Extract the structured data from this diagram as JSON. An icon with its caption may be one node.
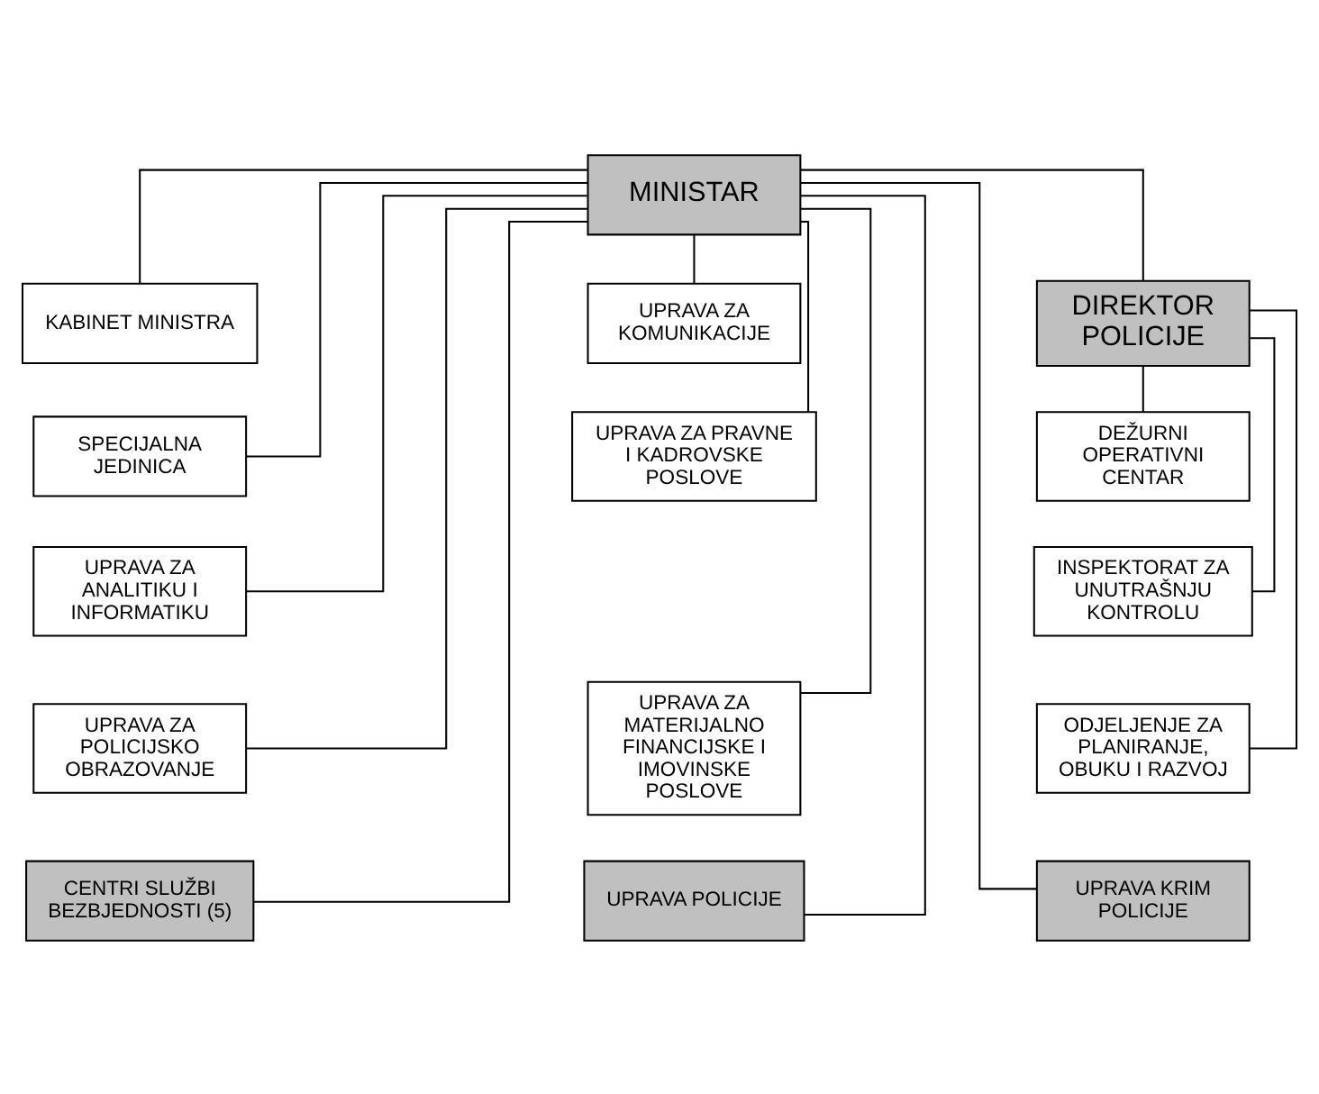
{
  "diagram": {
    "nodes": [
      {
        "text": [
          "MINISTAR"
        ]
      },
      {
        "text": [
          "KABINET MINISTRA"
        ]
      },
      {
        "text": [
          "SPECIJALNA JEDINICA"
        ]
      },
      {
        "text": [
          "UPRAVA ZA ANALITIKU I INFORMATIKU"
        ]
      },
      {
        "text": [
          "UPRAVA ZA POLICIJSKO OBRAZOVANJE"
        ]
      },
      {
        "text": [
          "UPRAVA ZA KOMUNIKACIJE"
        ]
      },
      {
        "text": [
          "UPRAVA ZA PRAVNE I KADROVSKE POSLOVE"
        ]
      },
      {
        "text": [
          "UPRAVA ZA MATERIJALNO FINANCIJSKE I IMOVINSKE POSLOVE"
        ]
      },
      {
        "text": [
          "DIREKTOR POLICIJE"
        ]
      },
      {
        "text": [
          "DEŽURNI OPERATIVNI CENTAR"
        ]
      },
      {
        "text": [
          "INSPEKTORAT ZA UNUTRAŠNJU KONTROLU"
        ]
      },
      {
        "text": [
          "ODJELJENJE ZA PLANIRANJE, OBUKU I RAZVOJ"
        ]
      },
      {
        "text": [
          "CENTRI SLUŽBI BEZBJEDNOSTI (5)"
        ]
      },
      {
        "text": [
          "UPRAVA POLICIJE"
        ]
      },
      {
        "text": [
          "UPRAVA KRIM POLICIJE"
        ]
      }
    ],
    "edges": [
      {
        "from": 0,
        "to": 1,
        "arrow": "none"
      },
      {
        "from": 0,
        "to": 2,
        "arrow": "none"
      },
      {
        "from": 0,
        "to": 3,
        "arrow": "none"
      },
      {
        "from": 0,
        "to": 4,
        "arrow": "none"
      },
      {
        "from": 0,
        "to": 5,
        "arrow": "none"
      },
      {
        "from": 0,
        "to": 6,
        "arrow": "none"
      },
      {
        "from": 0,
        "to": 7,
        "arrow": "none"
      },
      {
        "from": 0,
        "to": 8,
        "arrow": "none"
      },
      {
        "from": 8,
        "to": 9,
        "arrow": "none"
      },
      {
        "from": 8,
        "to": 10,
        "arrow": "none"
      },
      {
        "from": 8,
        "to": 11,
        "arrow": "none"
      },
      {
        "from": 0,
        "to": 12,
        "arrow": "none"
      },
      {
        "from": 0,
        "to": 13,
        "arrow": "none"
      },
      {
        "from": 0,
        "to": 14,
        "arrow": "none"
      }
    ]
  }
}
